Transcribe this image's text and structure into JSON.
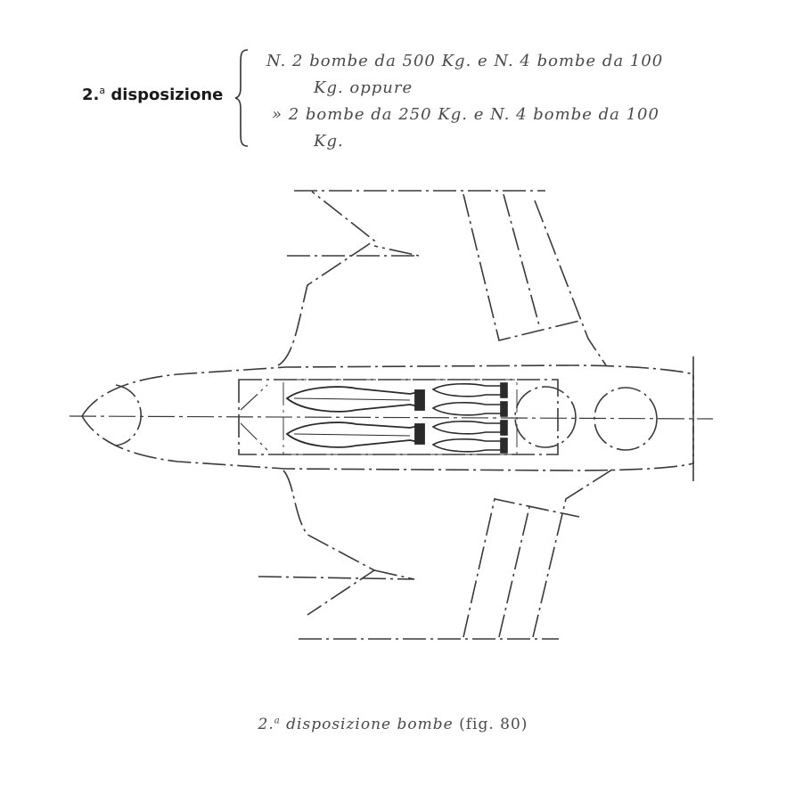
{
  "heading": {
    "number": "2.",
    "ordinal": "a",
    "word": "disposizione"
  },
  "spec": {
    "line1": "N. 2 bombe da 500 Kg. e N. 4 bombe da 100",
    "line2": "Kg. oppure",
    "line3": "» 2 bombe da 250 Kg. e N. 4 bombe da 100",
    "line4": "Kg."
  },
  "caption": {
    "number": "2.",
    "ordinal": "a",
    "text": "disposizione bombe",
    "fig": "(fig. 80)"
  }
}
